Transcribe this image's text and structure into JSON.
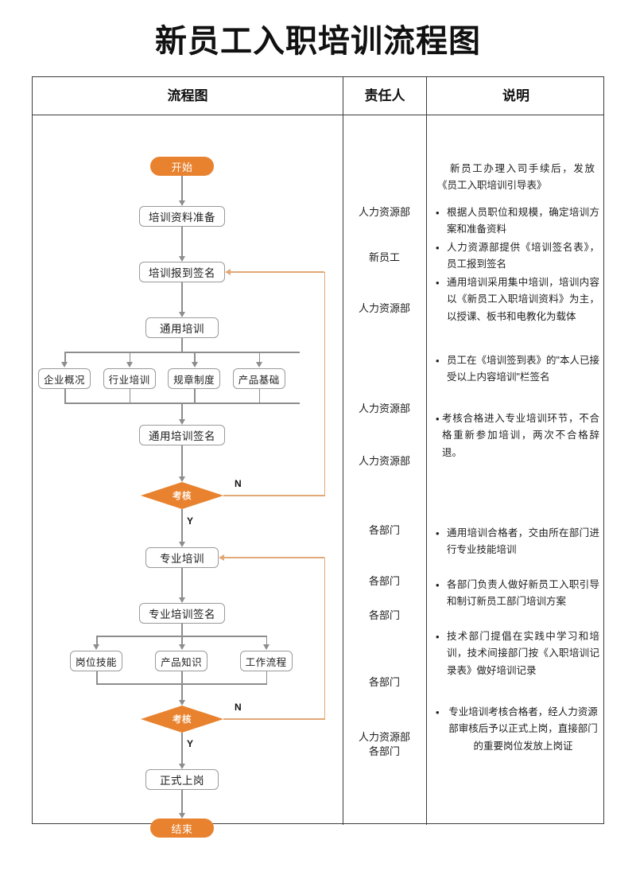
{
  "title": "新员工入职培训流程图",
  "table": {
    "headers": {
      "flow": "流程图",
      "owner": "责任人",
      "desc": "说明"
    }
  },
  "colors": {
    "accent": "#E8822E",
    "loop_line": "#E3A877",
    "connector": "#8D8D8D",
    "node_border": "#9A9A9A",
    "table_border": "#3C3C3C",
    "text": "#1D1D1D"
  },
  "flow": {
    "start": "开始",
    "end": "结束",
    "nodes": {
      "prep": "培训资料准备",
      "signin": "培训报到签名",
      "general": "通用培训",
      "general_sign": "通用培训签名",
      "exam1": "考核",
      "pro": "专业培训",
      "pro_sign": "专业培训签名",
      "exam2": "考核",
      "onboard": "正式上岗"
    },
    "general_subjects": [
      "企业概况",
      "行业培训",
      "规章制度",
      "产品基础"
    ],
    "pro_subjects": [
      "岗位技能",
      "产品知识",
      "工作流程"
    ],
    "branch_no": "N",
    "branch_yes": "Y"
  },
  "owners": [
    "人力资源部",
    "新员工",
    "人力资源部",
    "人力资源部",
    "人力资源部",
    "各部门",
    "各部门",
    "各部门",
    "各部门",
    "人力资源部",
    "各部门"
  ],
  "descriptions": {
    "intro": "新员工办理入司手续后，发放《员工入职培训引导表》",
    "items": [
      "根据人员职位和规模，确定培训方案和准备资料",
      "人力资源部提供《培训签名表》，员工报到签名",
      "通用培训采用集中培训，培训内容以《新员工入职培训资料》为主，以授课、板书和电教化为载体",
      "员工在《培训签到表》的\"本人已接受以上内容培训\"栏签名",
      "考核合格进入专业培训环节，不合格重新参加培训，两次不合格辞退。",
      "通用培训合格者，交由所在部门进行专业技能培训",
      "各部门负责人做好新员工入职引导和制订新员工部门培训方案",
      "技术部门提倡在实践中学习和培训，技术间接部门按《入职培训记录表》做好培训记录",
      "专业培训考核合格者，经人力资源部审核后予以正式上岗，直接部门的重要岗位发放上岗证"
    ]
  }
}
